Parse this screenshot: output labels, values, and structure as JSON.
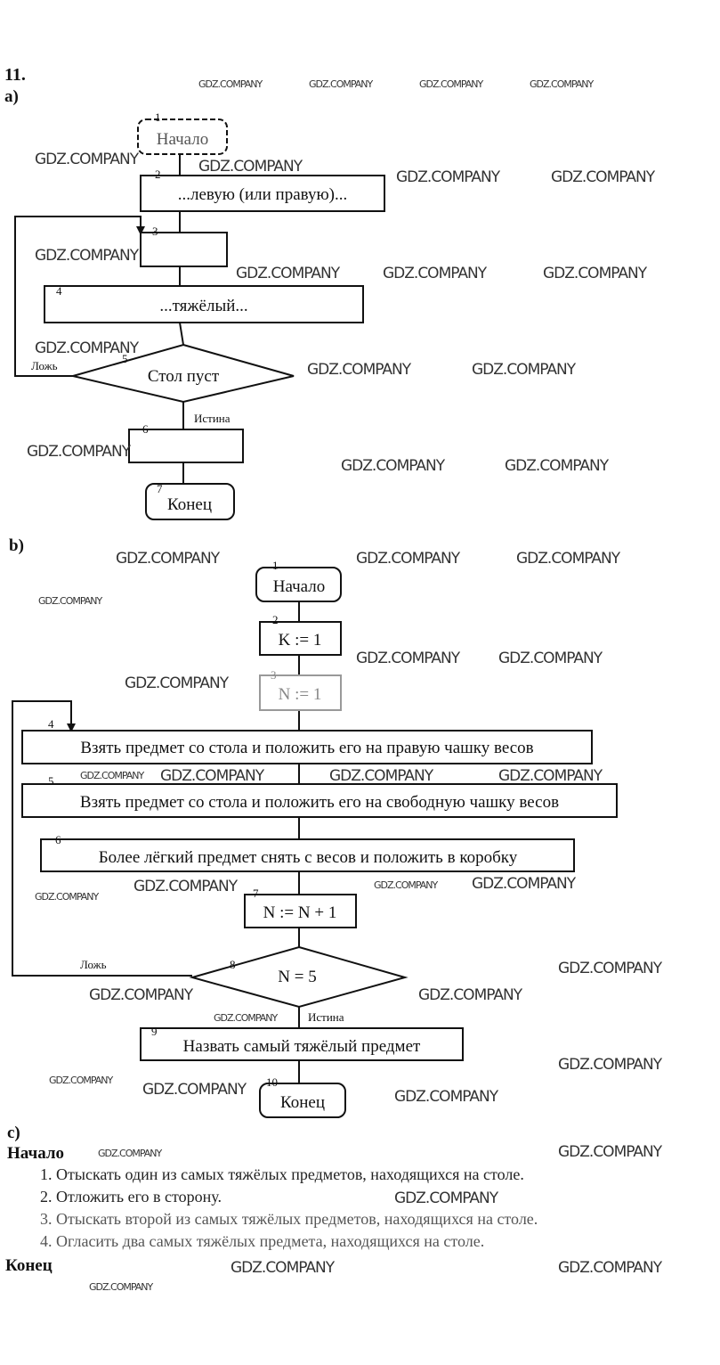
{
  "task_number": "11.",
  "watermark": "GDZ.COMPANY",
  "part_a": {
    "label": "a)",
    "blocks": [
      {
        "num": "1",
        "text": "Начало"
      },
      {
        "num": "2",
        "text": "...левую (или правую)..."
      },
      {
        "num": "3",
        "text": ""
      },
      {
        "num": "4",
        "text": "...тяжёлый..."
      },
      {
        "num": "5",
        "text": "Стол пуст"
      },
      {
        "num": "6",
        "text": ""
      },
      {
        "num": "7",
        "text": "Конец"
      }
    ],
    "false_label": "Ложь",
    "true_label": "Истина"
  },
  "part_b": {
    "label": "b)",
    "blocks": [
      {
        "num": "1",
        "text": "Начало"
      },
      {
        "num": "2",
        "text": "K := 1"
      },
      {
        "num": "3",
        "text": "N := 1"
      },
      {
        "num": "4",
        "text": "Взять предмет со стола и положить его на правую чашку весов"
      },
      {
        "num": "5",
        "text": "Взять предмет со стола и положить его на свободную чашку весов"
      },
      {
        "num": "6",
        "text": "Более лёгкий предмет снять с весов и положить в коробку"
      },
      {
        "num": "7",
        "text": "N := N + 1"
      },
      {
        "num": "8",
        "text": "N = 5"
      },
      {
        "num": "9",
        "text": "Назвать самый тяжёлый предмет"
      },
      {
        "num": "10",
        "text": "Конец"
      }
    ],
    "false_label": "Ложь",
    "true_label": "Истина"
  },
  "part_c": {
    "label": "c)",
    "start": "Начало",
    "steps": [
      "1. Отыскать один из самых тяжёлых предметов, находящихся на столе.",
      "2. Отложить его в сторону.",
      "3. Отыскать второй из самых тяжёлых предметов, находящихся на столе.",
      "4. Огласить два самых тяжёлых предмета, находящихся на столе."
    ],
    "end": "Конец"
  }
}
